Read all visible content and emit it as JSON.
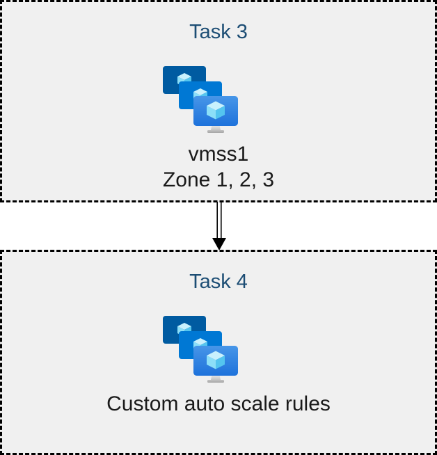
{
  "diagram": {
    "tasks": [
      {
        "title": "Task 3",
        "icon": "vm-scale-sets-icon",
        "lines": [
          "vmss1",
          "Zone 1, 2, 3"
        ]
      },
      {
        "title": "Task 4",
        "icon": "vm-scale-sets-icon",
        "lines": [
          "Custom auto scale rules"
        ]
      }
    ],
    "connector": {
      "type": "double-line-arrow",
      "direction": "down"
    },
    "colors": {
      "task_title": "#1C4D74",
      "box_fill": "#F0F0F0",
      "box_border": "#000000",
      "body_text": "#1A1A1A",
      "monitor_back": "#005BA1",
      "monitor_middle": "#0078D4",
      "monitor_front_gradient_top": "#4796E8",
      "monitor_front_gradient_bottom": "#1E72DB",
      "cube_top": "#C9F1FD",
      "cube_left": "#8CDFF8",
      "cube_right": "#54C5EF",
      "stand_light": "#E8E8E8",
      "stand_dark": "#A6A6A6"
    }
  }
}
